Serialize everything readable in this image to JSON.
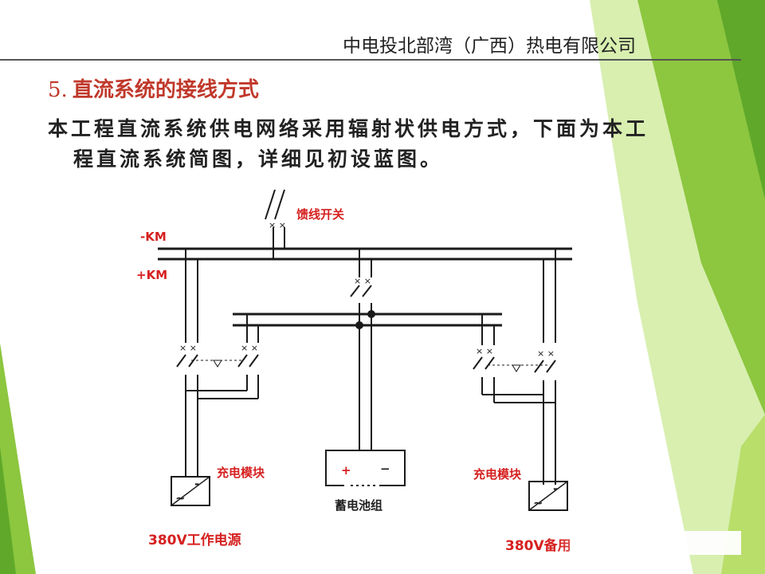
{
  "header": {
    "company": "中电投北部湾（广西）热电有限公司"
  },
  "section": {
    "number": "5.",
    "title": "直流系统的接线方式"
  },
  "body": {
    "line1": "本工程直流系统供电网络采用辐射状供电方式，下面为本工",
    "line2": "程直流系统简图，详细见初设蓝图。"
  },
  "diagram": {
    "feeder_switch": "馈线开关",
    "bus_negative": "-KM",
    "bus_positive": "+KM",
    "charger_left": "充电模块",
    "charger_right": "充电模块",
    "battery": "蓄电池组",
    "battery_plus": "+",
    "battery_minus": "−",
    "charger_symbol": "-",
    "charger_ac": "~",
    "source_left": "380V工作电源",
    "source_right": "380V备用"
  },
  "colors": {
    "accent_red": "#c0392b",
    "label_red": "#d62020",
    "green_dark": "#6fae2c",
    "green_light": "#b9de6a"
  }
}
